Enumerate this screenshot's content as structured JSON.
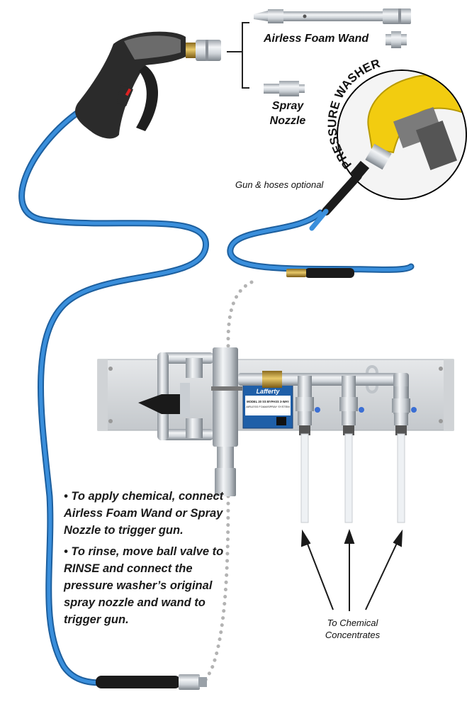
{
  "labels": {
    "wand": "Airless Foam Wand",
    "nozzle_line1": "Spray",
    "nozzle_line2": "Nozzle",
    "gun_note": "Gun & hoses optional",
    "pressure_washer": "PRESSURE WASHER",
    "concentrates_line1": "To Chemical",
    "concentrates_line2": "Concentrates"
  },
  "instructions": [
    "• To apply chemical, connect Airless Foam Wand or Spray Nozzle to trigger gun.",
    "• To rinse, move ball valve to RINSE and connect the pressure washer’s original spray nozzle and wand to trigger gun."
  ],
  "panel_label": {
    "brand": "Lafferty",
    "model_line1": "MODEL 20 SS BYPASS 3-WAY",
    "model_line2": "AIRLESS FOAM/SPRAY SYSTEM"
  },
  "colors": {
    "hose": "#2f7fc8",
    "hose_shadow": "#1d5f9e",
    "steel": "#c9ced3",
    "yellow": "#f5d31a",
    "label_blue": "#1f5fa8"
  }
}
